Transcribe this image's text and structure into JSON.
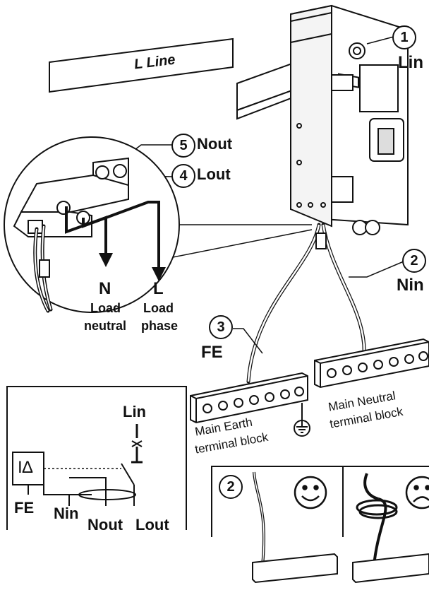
{
  "line_sign": "L Line",
  "callouts": {
    "c1": {
      "num": "1",
      "label": "Lin"
    },
    "c2": {
      "num": "2",
      "label": "Nin"
    },
    "c3": {
      "num": "3",
      "label": "FE"
    },
    "c4": {
      "num": "4",
      "label": "Lout"
    },
    "c5": {
      "num": "5",
      "label": "Nout"
    }
  },
  "load": {
    "n_letter": "N",
    "n_line1": "Load",
    "n_line2": "neutral",
    "l_letter": "L",
    "l_line1": "Load",
    "l_line2": "phase"
  },
  "blocks": {
    "earth_line1": "Main Earth",
    "earth_line2": "terminal block",
    "neutral_line1": "Main Neutral",
    "neutral_line2": "terminal block"
  },
  "schematic": {
    "lin": "Lin",
    "i_delta": "I∆",
    "fe": "FE",
    "nin": "Nin",
    "nout": "Nout",
    "lout": "Lout"
  },
  "correct_panel": {
    "num": "2",
    "good_icon": "smiley-face-icon",
    "bad_icon": "sad-face-icon"
  }
}
